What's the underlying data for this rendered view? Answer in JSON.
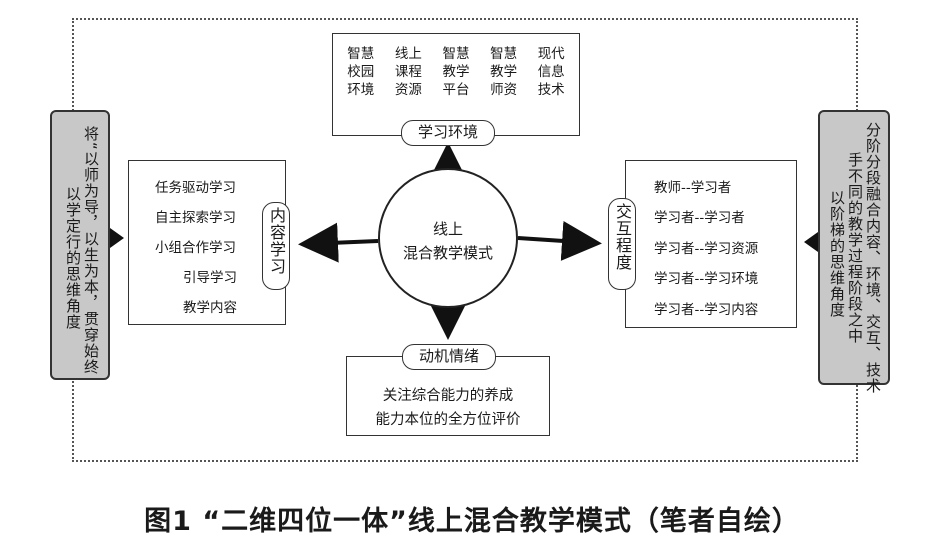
{
  "left_panel": {
    "col1": "将“以师为导，以生为本，贯穿始终",
    "col2": "以学定行的思维角度"
  },
  "right_panel": {
    "col1": "分阶分段融合内容、环境、交互、技术",
    "col2": "手不同的教学过程阶段之中",
    "col3": "以阶梯的思维角度"
  },
  "environment": {
    "columns": [
      [
        "智慧",
        "校园",
        "环境"
      ],
      [
        "线上",
        "课程",
        "资源"
      ],
      [
        "智慧",
        "教学",
        "平台"
      ],
      [
        "智慧",
        "教学",
        "师资"
      ],
      [
        "现代",
        "信息",
        "技术"
      ]
    ],
    "label": "学习环境"
  },
  "content": {
    "items": [
      "任务驱动学习",
      "自主探索学习",
      "小组合作学习",
      "引导学习",
      "教学内容"
    ],
    "label": "内容学习"
  },
  "interaction": {
    "items": [
      "教师--学习者",
      "学习者--学习者",
      "学习者--学习资源",
      "学习者--学习环境",
      "学习者--学习内容"
    ],
    "label": "交互程度"
  },
  "center": {
    "line1": "线上",
    "line2": "混合教学模式"
  },
  "motivation": {
    "label": "动机情绪",
    "line1": "关注综合能力的养成",
    "line2": "能力本位的全方位评价"
  },
  "caption": "图1 “二维四位一体”线上混合教学模式（笔者自绘）"
}
